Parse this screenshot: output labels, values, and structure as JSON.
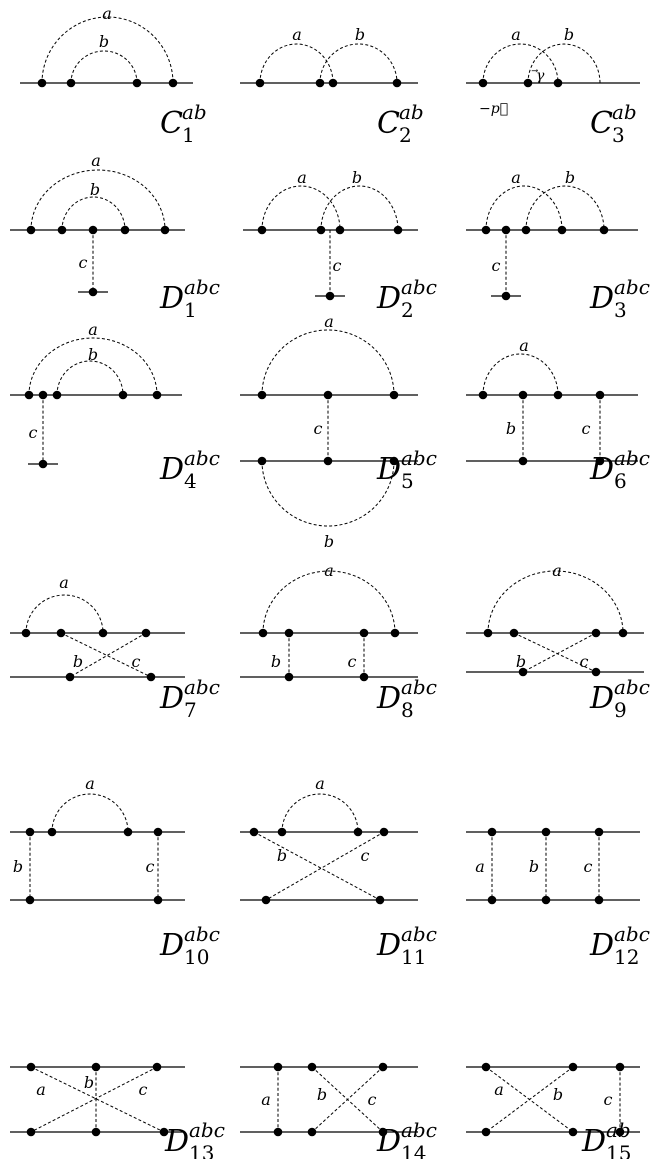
{
  "diagrams": [
    {
      "id": "C1",
      "name": "C",
      "sup": "ab",
      "sub": "1"
    },
    {
      "id": "C2",
      "name": "C",
      "sup": "ab",
      "sub": "2"
    },
    {
      "id": "C3",
      "name": "C",
      "sup": "ab",
      "sub": "3",
      "vec_gamma": "⃗γ",
      "vec_p": "−p⃗"
    },
    {
      "id": "D1",
      "name": "D",
      "sup": "abc",
      "sub": "1"
    },
    {
      "id": "D2",
      "name": "D",
      "sup": "abc",
      "sub": "2"
    },
    {
      "id": "D3",
      "name": "D",
      "sup": "abc",
      "sub": "3"
    },
    {
      "id": "D4",
      "name": "D",
      "sup": "abc",
      "sub": "4"
    },
    {
      "id": "D5",
      "name": "D",
      "sup": "abc",
      "sub": "5"
    },
    {
      "id": "D6",
      "name": "D",
      "sup": "abc",
      "sub": "6"
    },
    {
      "id": "D7",
      "name": "D",
      "sup": "abc",
      "sub": "7"
    },
    {
      "id": "D8",
      "name": "D",
      "sup": "abc",
      "sub": "8"
    },
    {
      "id": "D9",
      "name": "D",
      "sup": "abc",
      "sub": "9"
    },
    {
      "id": "D10",
      "name": "D",
      "sup": "abc",
      "sub": "10"
    },
    {
      "id": "D11",
      "name": "D",
      "sup": "abc",
      "sub": "11"
    },
    {
      "id": "D12",
      "name": "D",
      "sup": "abc",
      "sub": "12"
    },
    {
      "id": "D13",
      "name": "D",
      "sup": "abc",
      "sub": "13"
    },
    {
      "id": "D14",
      "name": "D",
      "sup": "abc",
      "sub": "14"
    },
    {
      "id": "D15",
      "name": "D",
      "sup": "ab",
      "sub": "15"
    }
  ],
  "labels": {
    "a": "a",
    "b": "b",
    "c": "c"
  },
  "colors": {
    "ink": "#000000",
    "background": "#ffffff"
  }
}
